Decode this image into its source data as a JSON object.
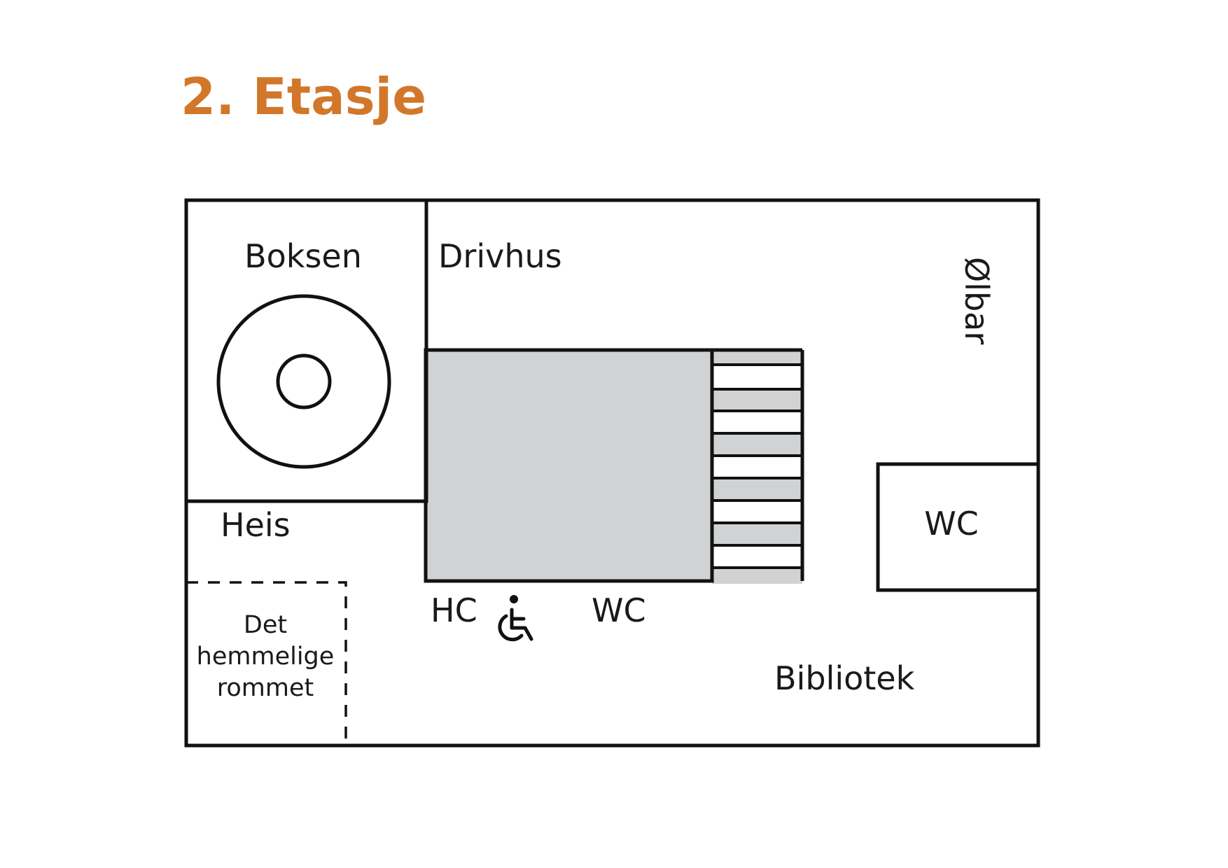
{
  "title": "2. Etasje",
  "colors": {
    "title": "#D2772A",
    "wall": "#111111",
    "fill_gray": "#D1D2D4",
    "background": "#FFFFFF"
  },
  "rooms": {
    "boksen": "Boksen",
    "drivhus": "Drivhus",
    "olbar": "Ølbar",
    "heis": "Heis",
    "secret_room": [
      "Det",
      "hemmelige",
      "rommet"
    ],
    "hc": "HC",
    "wc_center": "WC",
    "wc_right": "WC",
    "bibliotek": "Bibliotek"
  },
  "icons": {
    "accessibility": "wheelchair-icon",
    "stairs": "stairs-icon",
    "stage": "concentric-circles-icon"
  }
}
